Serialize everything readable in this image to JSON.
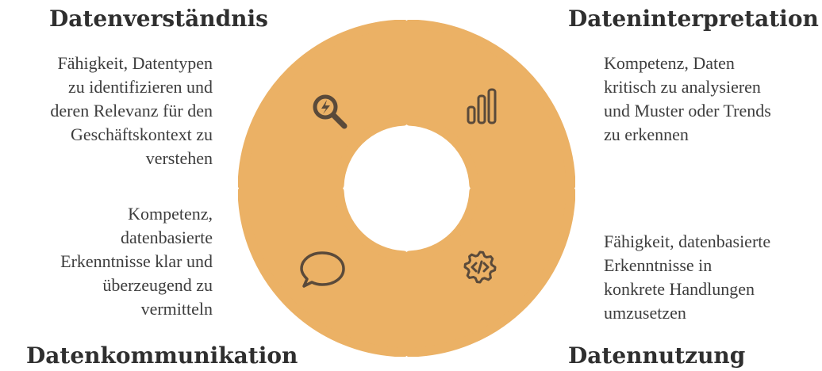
{
  "colors": {
    "segment_fill": "#EBB165",
    "segment_stroke": "#ffffff",
    "icon_stroke": "#5a4a3a",
    "heading_text": "#2f2f2f",
    "body_text": "#3d3d3d"
  },
  "quadrants": {
    "top_left": {
      "title": "Datenverständnis",
      "icon": "search-analytics-icon",
      "lines": [
        "Fähigkeit, Datentypen",
        "zu identifizieren und",
        "deren Relevanz für den",
        "Geschäftskontext zu",
        "verstehen"
      ]
    },
    "top_right": {
      "title": "Dateninterpretation",
      "icon": "bar-chart-icon",
      "lines": [
        "Kompetenz, Daten",
        "kritisch zu analysieren",
        "und Muster oder Trends",
        "zu erkennen"
      ]
    },
    "bottom_left": {
      "title": "Datenkommunikation",
      "icon": "speech-bubble-icon",
      "lines": [
        "Kompetenz,",
        "datenbasierte",
        "Erkenntnisse klar und",
        "überzeugend zu",
        "vermitteln"
      ]
    },
    "bottom_right": {
      "title": "Datennutzung",
      "icon": "code-gear-icon",
      "lines": [
        "Fähigkeit, datenbasierte",
        "Erkenntnisse in",
        "konkrete Handlungen",
        "umzusetzen"
      ]
    }
  }
}
